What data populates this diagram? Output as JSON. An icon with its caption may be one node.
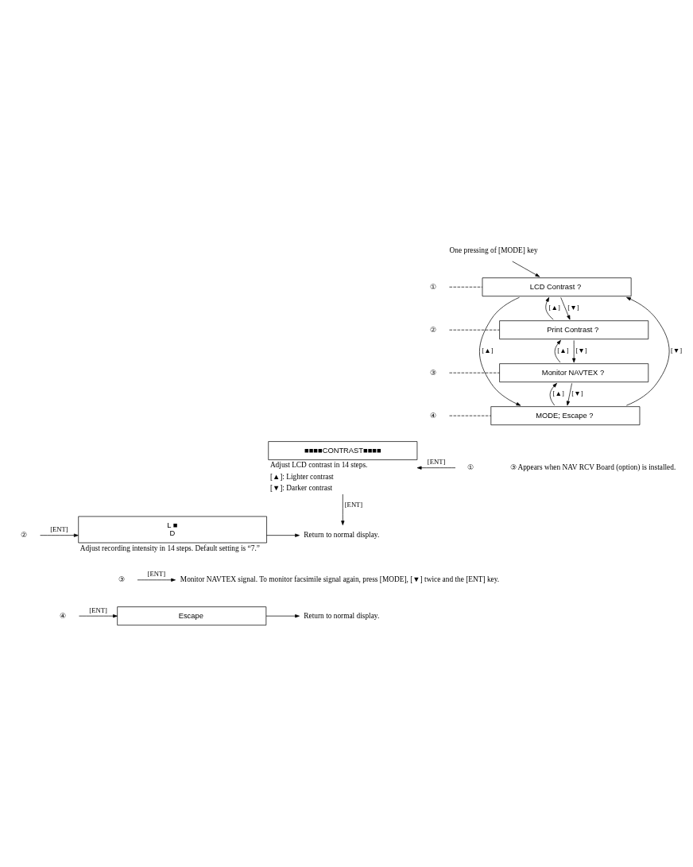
{
  "diagram": {
    "nodes": [
      {
        "text": [
          "One pressing of [MODE] key"
        ]
      },
      {
        "text": [
          "LCD Contrast ?"
        ]
      },
      {
        "text": [
          "①"
        ]
      },
      {
        "text": [
          "Print Contrast ?"
        ]
      },
      {
        "text": [
          "②"
        ]
      },
      {
        "text": [
          "Monitor NAVTEX ?"
        ]
      },
      {
        "text": [
          "③"
        ]
      },
      {
        "text": [
          "MODE; Escape ?"
        ]
      },
      {
        "text": [
          "④"
        ]
      },
      {
        "text": [
          "①"
        ]
      },
      {
        "text": [
          "■■■■CONTRAST■■■■"
        ],
        "beside": [
          "Adjust LCD contrast in 14 steps.",
          "[▲]: Lighter contrast",
          "[▼]: Darker contrast"
        ]
      },
      {
        "text": [
          "②"
        ]
      },
      {
        "text": [
          "L ■",
          "D"
        ],
        "beside": [
          "Adjust recording intensity in 14 steps. Default setting is “7.”"
        ]
      },
      {
        "text": [
          "Return to normal display."
        ]
      },
      {
        "text": [
          "③"
        ]
      },
      {
        "text": [
          "Monitor NAVTEX signal. To monitor facsimile signal again, press [MODE], [▼] twice and the [ENT] key."
        ]
      },
      {
        "text": [
          "④"
        ]
      },
      {
        "text": [
          "Escape"
        ]
      },
      {
        "text": [
          "Return to normal display."
        ]
      }
    ],
    "edges": [
      {
        "from": 0,
        "to": 1,
        "arrow": "to"
      },
      {
        "from": 2,
        "to": 1,
        "arrow": "none",
        "style": "dashed"
      },
      {
        "from": 3,
        "to": 1,
        "arrow": "to",
        "label": "[▲]"
      },
      {
        "from": 1,
        "to": 3,
        "arrow": "to",
        "label": "[▼]"
      },
      {
        "from": 4,
        "to": 3,
        "arrow": "none",
        "style": "dashed"
      },
      {
        "from": 5,
        "to": 3,
        "arrow": "to",
        "label": "[▲]"
      },
      {
        "from": 3,
        "to": 5,
        "arrow": "to",
        "label": "[▼]"
      },
      {
        "from": 6,
        "to": 5,
        "arrow": "none",
        "style": "dashed"
      },
      {
        "from": 7,
        "to": 5,
        "arrow": "to",
        "label": "[▲]"
      },
      {
        "from": 5,
        "to": 7,
        "arrow": "to",
        "label": "[▼]"
      },
      {
        "from": 8,
        "to": 7,
        "arrow": "none",
        "style": "dashed"
      },
      {
        "from": 7,
        "to": 1,
        "arrow": "to",
        "label": "[▼]"
      },
      {
        "from": 1,
        "to": 7,
        "arrow": "to",
        "label": "[▲]"
      },
      {
        "from": 9,
        "to": 10,
        "arrow": "to",
        "label": "[ENT]"
      },
      {
        "from": 10,
        "to": 13,
        "arrow": "to",
        "label": "[ENT]"
      },
      {
        "from": 11,
        "to": 12,
        "arrow": "to",
        "label": "[ENT]"
      },
      {
        "from": 12,
        "to": 13,
        "arrow": "to"
      },
      {
        "from": 14,
        "to": 15,
        "arrow": "to",
        "label": "[ENT]"
      },
      {
        "from": 16,
        "to": 17,
        "arrow": "to",
        "label": "[ENT]"
      },
      {
        "from": 17,
        "to": 18,
        "arrow": "to"
      }
    ],
    "labels": [
      "③ Appears when NAV RCV Board (option) is installed."
    ]
  }
}
